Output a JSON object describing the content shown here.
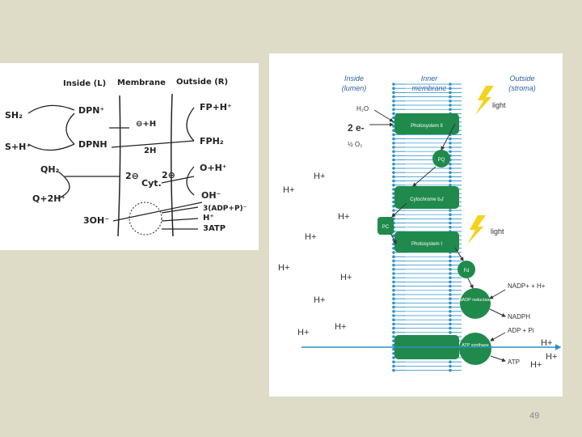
{
  "slide": {
    "page_number": "49"
  },
  "left_diagram": {
    "headers": {
      "inside": "Inside (L)",
      "membrane": "Membrane",
      "outside": "Outside (R)"
    },
    "left_labels": [
      "SH₂",
      "S+H⁺",
      "QH₂",
      "Q+2H⁺",
      "3OH⁻"
    ],
    "middle_labels": [
      "DPN⁺",
      "DPNH",
      "2⊖",
      "Cyt.",
      "⊖+H",
      "2H",
      "2⊖"
    ],
    "right_labels": [
      "FP+H⁺",
      "FPH₂",
      "O+H⁺",
      "OH⁻",
      "3(ADP+P)⁻",
      "H⁺",
      "3ATP"
    ]
  },
  "right_diagram": {
    "headers": {
      "inside": "Inside",
      "inside_sub": "(lumen)",
      "membrane": "Inner",
      "membrane_sub": "membrane",
      "outside": "Outside",
      "outside_sub": "(stroma)"
    },
    "light1": "light",
    "light2": "light",
    "h2o": "H₂O",
    "electrons": "2 e-",
    "o2": "½ O₂",
    "photosystem2": "Photosystem II",
    "pq": "PQ",
    "cytochrome": "Cytochrome b₆f",
    "pc": "PC",
    "photosystem1": "Photosystem I",
    "fd": "Fd",
    "nadp_reductase": "NADP reductase",
    "atp_synthase": "ATP synthase",
    "nadp_in": "NADP+ + H+",
    "nadph": "NADPH",
    "adp": "ADP + Pi",
    "atp": "ATP",
    "protons": [
      "H+",
      "H+",
      "H+",
      "H+",
      "H+",
      "H+",
      "H+",
      "H+",
      "H+",
      "H+",
      "H+",
      "H+"
    ]
  }
}
